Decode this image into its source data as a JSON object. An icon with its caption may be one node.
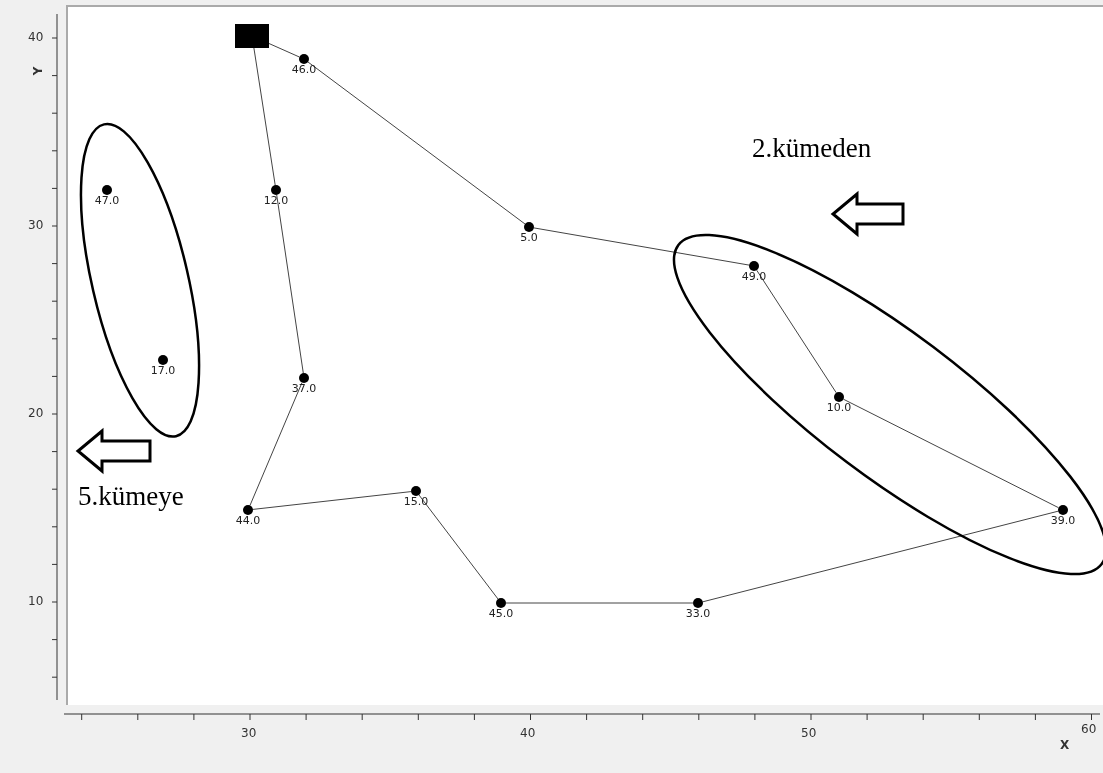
{
  "diagram": {
    "nodes": [
      {
        "text": [],
        "shape": "box"
      },
      {
        "text": [],
        "shape": "circle",
        "beside": [
          "46.0"
        ]
      },
      {
        "text": [],
        "shape": "ellipse",
        "beside": [
          "5.kümeye"
        ]
      },
      {
        "text": [],
        "shape": "circle",
        "beside": [
          "47.0"
        ],
        "in": 2
      },
      {
        "text": [],
        "shape": "circle",
        "beside": [
          "12.0"
        ]
      },
      {
        "text": [],
        "shape": "ellipse",
        "beside": [
          "2.kümeden"
        ]
      },
      {
        "text": [],
        "shape": "circle",
        "beside": [
          "5.0"
        ]
      },
      {
        "text": [],
        "shape": "circle",
        "beside": [
          "49.0"
        ],
        "in": 5
      },
      {
        "text": [],
        "shape": "circle",
        "beside": [
          "17.0"
        ],
        "in": 2
      },
      {
        "text": [],
        "shape": "circle",
        "beside": [
          "37.0"
        ]
      },
      {
        "text": [],
        "shape": "circle",
        "beside": [
          "10.0"
        ],
        "in": 5
      },
      {
        "text": [],
        "shape": "circle",
        "beside": [
          "15.0"
        ]
      },
      {
        "text": [],
        "shape": "circle",
        "beside": [
          "44.0"
        ]
      },
      {
        "text": [],
        "shape": "circle",
        "beside": [
          "39.0"
        ],
        "in": 5
      },
      {
        "text": [],
        "shape": "circle",
        "beside": [
          "45.0"
        ]
      },
      {
        "text": [],
        "shape": "circle",
        "beside": [
          "33.0"
        ]
      }
    ],
    "edges": [
      {
        "from": 0,
        "to": 1,
        "arrow": "none"
      },
      {
        "from": 1,
        "to": 6,
        "arrow": "none"
      },
      {
        "from": 6,
        "to": 7,
        "arrow": "none"
      },
      {
        "from": 7,
        "to": 10,
        "arrow": "none"
      },
      {
        "from": 10,
        "to": 13,
        "arrow": "none"
      },
      {
        "from": 13,
        "to": 15,
        "arrow": "none"
      },
      {
        "from": 15,
        "to": 14,
        "arrow": "none"
      },
      {
        "from": 14,
        "to": 11,
        "arrow": "none"
      },
      {
        "from": 11,
        "to": 12,
        "arrow": "none"
      },
      {
        "from": 12,
        "to": 9,
        "arrow": "none"
      },
      {
        "from": 9,
        "to": 4,
        "arrow": "none"
      },
      {
        "from": 4,
        "to": 0,
        "arrow": "none"
      },
      {
        "from": 5,
        "to": null,
        "arrow": "to",
        "style": "thick"
      },
      {
        "from": 2,
        "to": null,
        "arrow": "to",
        "style": "thick"
      }
    ],
    "labels": [
      "40",
      "Y",
      "30",
      "20",
      "10",
      "30",
      "40",
      "50",
      "60",
      "X"
    ]
  }
}
